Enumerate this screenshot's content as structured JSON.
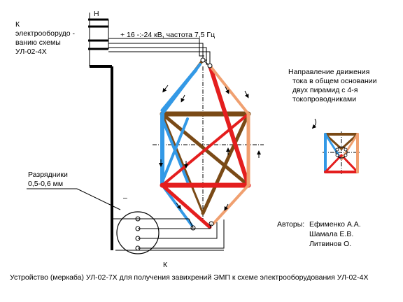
{
  "labels": {
    "top_left": [
      "К",
      "электрооборудо -",
      "ванию схемы",
      "УЛ-02-4Х"
    ],
    "terminal_top": "Н",
    "voltage": "+ 16 -:-24 кВ, частота 7,5 Гц",
    "direction": [
      "Направление движения",
      "тока в общем основании",
      "двух пирамид с 4-я",
      "токопроводниками"
    ],
    "arresters": [
      "Разрядники",
      "0,5-0,6 мм"
    ],
    "minus": "–",
    "terminal_bottom": "К",
    "authors_title": "Авторы:",
    "authors": [
      "Ефименко А.А.",
      "Шамала Е.В.",
      "Литвинов О."
    ],
    "caption": "Устройство (меркаба) УЛ-02-7Х для получения завихрений ЭМП к схеме электрооборудования УЛ-02-4Х"
  },
  "colors": {
    "brown": "#7a4a16",
    "blue": "#3399e6",
    "red": "#e41e1e",
    "orange": "#f0a070",
    "black": "#000000"
  }
}
